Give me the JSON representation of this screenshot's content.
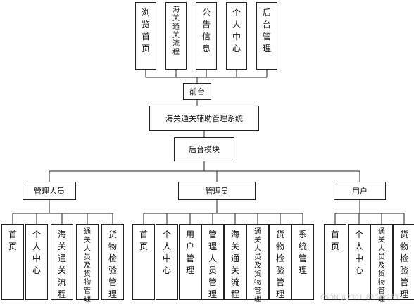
{
  "diagram": {
    "frontend": {
      "label": "前台",
      "items": [
        "浏览首页",
        "海关通关流程",
        "公告信息",
        "个人中心",
        "后台管理"
      ]
    },
    "system": {
      "label": "海关通关辅助管理系统"
    },
    "backend": {
      "label": "后台模块"
    },
    "roles": [
      {
        "label": "管理人员",
        "items": [
          "首页",
          "个人中心",
          "海关通关流程",
          "通关人员及货物管理",
          "货物检验管理"
        ]
      },
      {
        "label": "管理员",
        "items": [
          "首页",
          "个人中心",
          "用户管理",
          "管理人员管理",
          "海关通关流程",
          "通关人员及货物管理",
          "货物检验管理",
          "系统管理"
        ]
      },
      {
        "label": "用户",
        "items": [
          "首页",
          "个人中心",
          "通关人员及货物管理",
          "货物检验管理"
        ]
      }
    ]
  },
  "watermark": "CSDN @2301_82042253"
}
